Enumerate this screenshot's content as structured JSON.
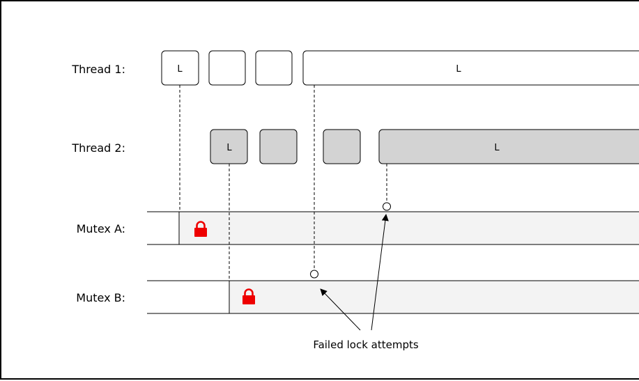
{
  "rows": {
    "thread1": "Thread 1:",
    "thread2": "Thread 2:",
    "mutexA": "Mutex A:",
    "mutexB": "Mutex B:"
  },
  "blocks": {
    "lock_label": "L"
  },
  "annotation": {
    "text": "Failed lock attempts"
  },
  "colors": {
    "thread2_fill": "#d3d3d3",
    "mutex_fill": "#f3f3f3",
    "lock": "#ee0000"
  },
  "icons": {
    "lock": "padlock-icon"
  }
}
